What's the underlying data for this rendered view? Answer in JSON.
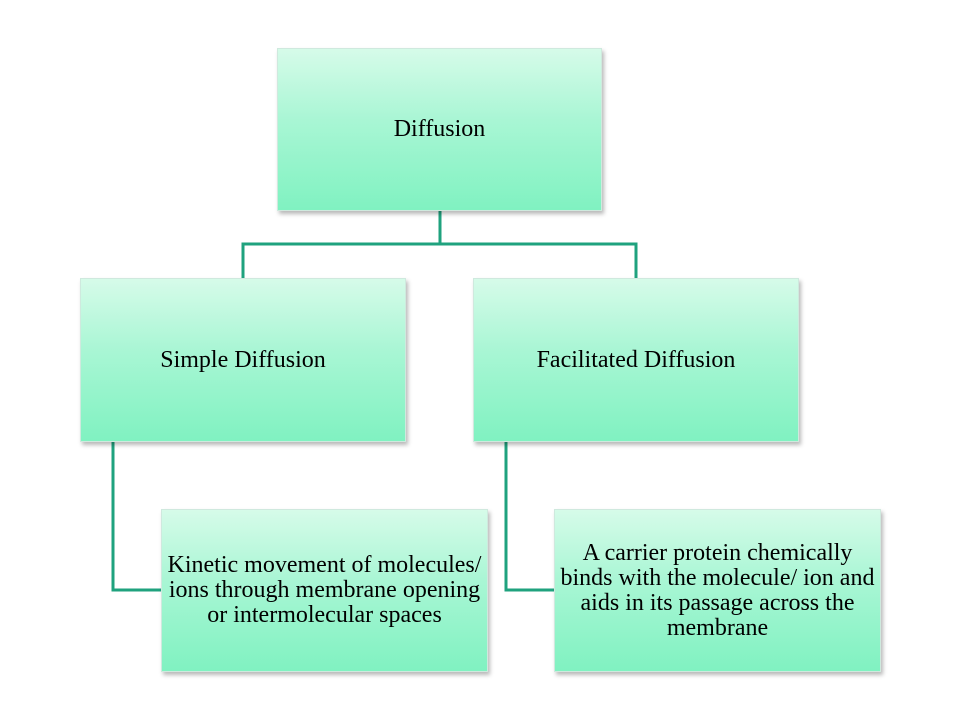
{
  "diagram": {
    "root": {
      "label": "Diffusion"
    },
    "children": [
      {
        "label": "Simple Diffusion",
        "description": "Kinetic movement of molecules/ ions through membrane opening or intermolecular spaces"
      },
      {
        "label": "Facilitated Diffusion",
        "description": "A carrier protein chemically binds with the molecule/ ion and aids in its passage across the membrane"
      }
    ]
  },
  "colors": {
    "connector": "#1fa27e",
    "node_top": "#d6fbe9",
    "node_bottom": "#80f2c1",
    "text": "#000000"
  }
}
